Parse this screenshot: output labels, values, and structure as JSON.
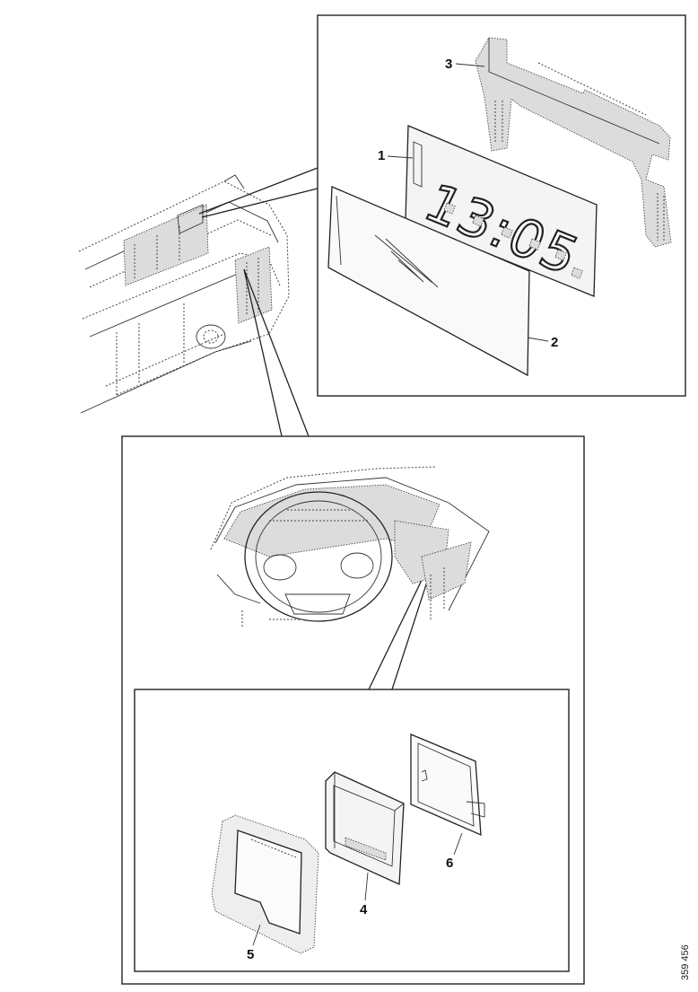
{
  "callouts": {
    "c1": "1",
    "c2": "2",
    "c3": "3",
    "c4": "4",
    "c5": "5",
    "c6": "6"
  },
  "display": {
    "clock_text": "13:05"
  },
  "figure_ref": "359 456"
}
